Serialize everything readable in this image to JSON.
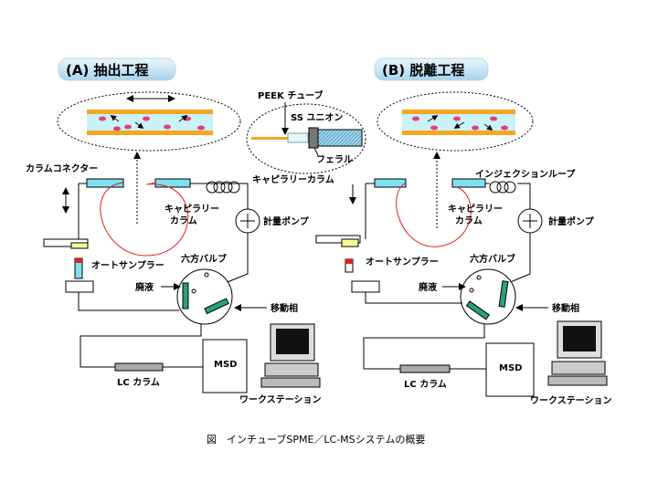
{
  "diagram": {
    "caption": "図　インチューブSPME／LC-MSシステムの概要",
    "panel_a": {
      "title": "(A) 抽出工程",
      "labels": {
        "column_connector": "カラムコネクター",
        "capillary_column_right": "キャピラリーカラム",
        "capillary_column_inner": "キャピラリー\nカラム",
        "metering_pump": "計量ポンプ",
        "autosampler": "オートサンプラー",
        "six_way_valve": "六方バルブ",
        "waste": "廃液",
        "mobile_phase": "移動相",
        "lc_column": "LC カラム",
        "msd": "MSD",
        "workstation": "ワークステーション"
      }
    },
    "inset": {
      "peek_tube": "PEEK チューブ",
      "ss_union": "SS ユニオン",
      "ferrule": "フェラル"
    },
    "panel_b": {
      "title": "(B) 脱離工程",
      "labels": {
        "injection_loop": "インジェクションループ",
        "capillary_column_inner": "キャピラリー\nカラム",
        "metering_pump": "計量ポンプ",
        "autosampler": "オートサンプラー",
        "six_way_valve": "六方バルブ",
        "waste": "廃液",
        "mobile_phase": "移動相",
        "lc_column": "LC カラム",
        "msd": "MSD",
        "workstation": "ワークステーション"
      }
    },
    "colors": {
      "title_bg": "#cfe6f4",
      "tube_orange": "#f5a623",
      "tube_cyan": "#c9f3f8",
      "particle": "#e0407a",
      "capillary_red": "#e02020",
      "connector_cyan": "#7fe0f0",
      "valve_green": "#2aa07a"
    }
  }
}
